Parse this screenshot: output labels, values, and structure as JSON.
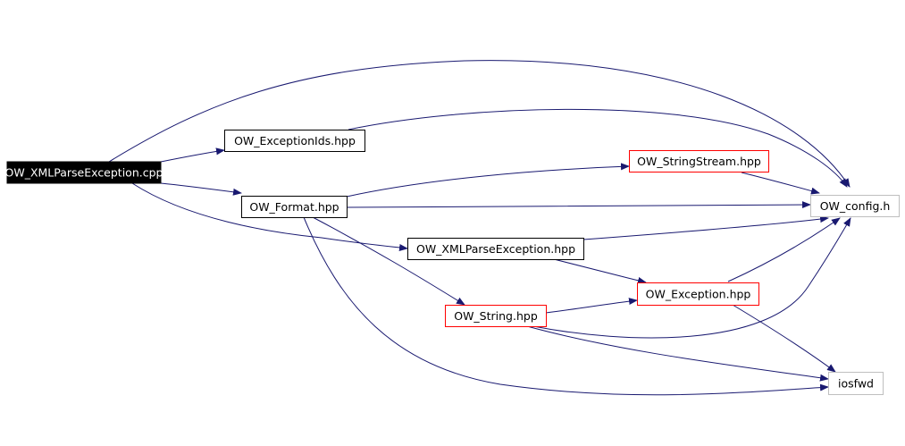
{
  "diagram": {
    "colors": {
      "edge": "#191970",
      "root_fill": "#000000",
      "root_text": "#ffffff",
      "node_text": "#000000",
      "border_default": "#000000",
      "border_truncated": "#ff0000",
      "border_leaf": "#bfbfbf"
    },
    "nodes": [
      {
        "id": "root",
        "label": "OW_XMLParseException.cpp",
        "style": "root"
      },
      {
        "id": "exids",
        "label": "OW_ExceptionIds.hpp",
        "style": "default"
      },
      {
        "id": "sstream",
        "label": "OW_StringStream.hpp",
        "style": "truncated"
      },
      {
        "id": "format",
        "label": "OW_Format.hpp",
        "style": "default"
      },
      {
        "id": "config",
        "label": "OW_config.h",
        "style": "leaf"
      },
      {
        "id": "xmlpe",
        "label": "OW_XMLParseException.hpp",
        "style": "default"
      },
      {
        "id": "exception",
        "label": "OW_Exception.hpp",
        "style": "truncated"
      },
      {
        "id": "string",
        "label": "OW_String.hpp",
        "style": "truncated"
      },
      {
        "id": "iosfwd",
        "label": "iosfwd",
        "style": "leaf"
      }
    ],
    "edges": [
      {
        "from": "root",
        "to": "config"
      },
      {
        "from": "root",
        "to": "exids"
      },
      {
        "from": "root",
        "to": "format"
      },
      {
        "from": "root",
        "to": "xmlpe"
      },
      {
        "from": "exids",
        "to": "config"
      },
      {
        "from": "format",
        "to": "sstream"
      },
      {
        "from": "format",
        "to": "config"
      },
      {
        "from": "format",
        "to": "string"
      },
      {
        "from": "format",
        "to": "iosfwd"
      },
      {
        "from": "sstream",
        "to": "config"
      },
      {
        "from": "xmlpe",
        "to": "config"
      },
      {
        "from": "xmlpe",
        "to": "exception"
      },
      {
        "from": "string",
        "to": "exception"
      },
      {
        "from": "string",
        "to": "config"
      },
      {
        "from": "string",
        "to": "iosfwd"
      },
      {
        "from": "exception",
        "to": "config"
      },
      {
        "from": "exception",
        "to": "iosfwd"
      }
    ]
  }
}
